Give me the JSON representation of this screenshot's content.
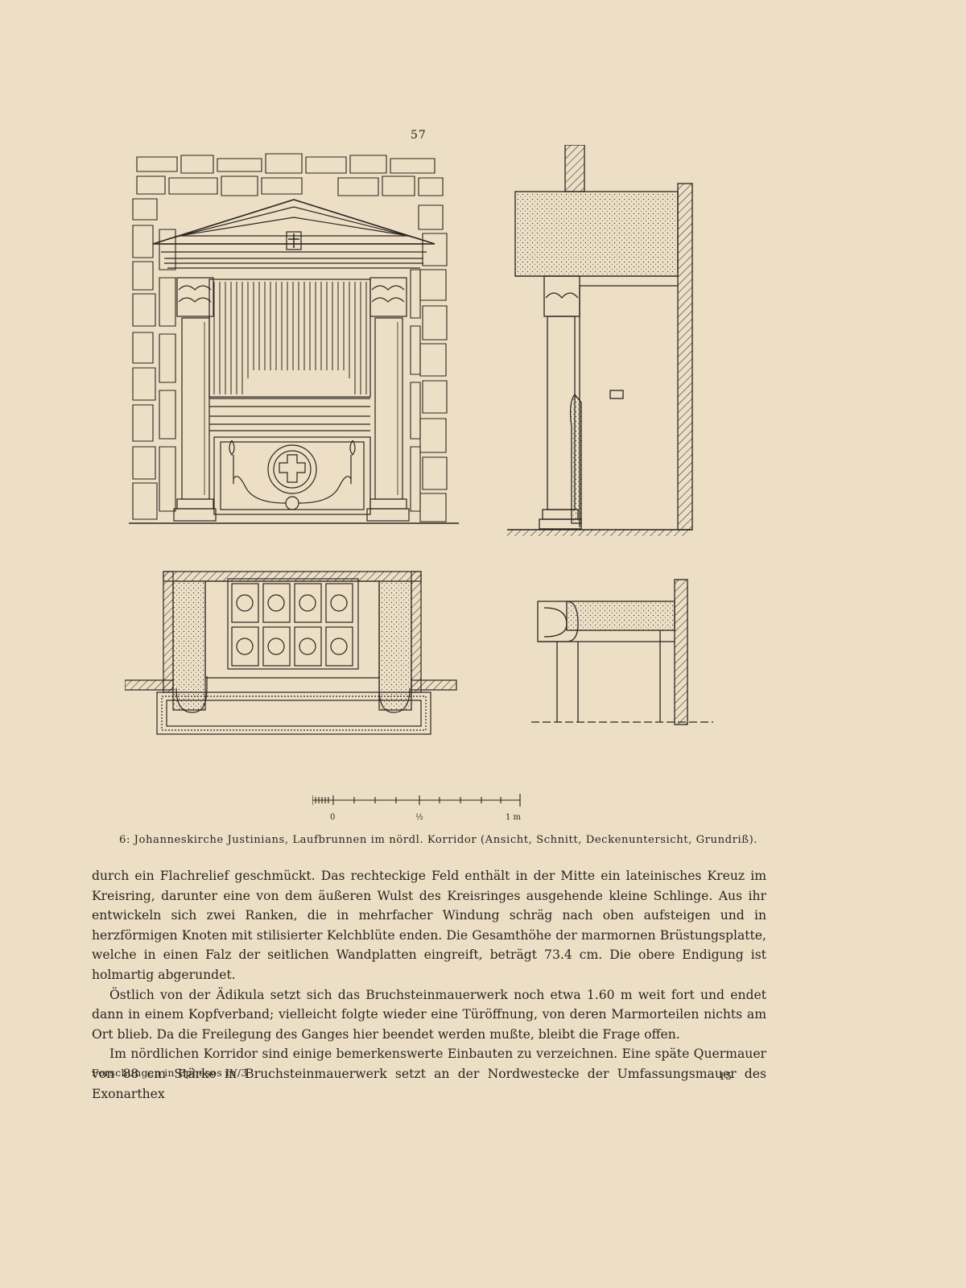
{
  "page_number": "57",
  "figure": {
    "scale_labels": [
      "0",
      "½",
      "1 m"
    ],
    "caption": "6: Johanneskirche Justinians, Laufbrunnen im nördl. Korridor (Ansicht, Schnitt, Deckenuntersicht, Grundriß)."
  },
  "body": {
    "paragraphs": [
      "durch ein Flachrelief geschmückt. Das rechteckige Feld enthält in der Mitte ein lateinisches Kreuz im Kreisring, darunter eine von dem äußeren Wulst des Kreisringes ausgehende kleine Schlinge. Aus ihr entwickeln sich zwei Ranken, die in mehrfacher Windung schräg nach oben aufsteigen und in herzförmigen Knoten mit stilisierter Kelchblüte enden. Die Gesamthöhe der marmornen Brüstungsplatte, welche in einen Falz der seitlichen Wandplatten eingreift, beträgt 73.4 cm. Die obere Endigung ist holmartig abgerundet.",
      "Östlich von der Ädikula setzt sich das Bruchsteinmauerwerk noch etwa 1.60 m weit fort und endet dann in einem Kopfverband; vielleicht folgte wieder eine Türöffnung, von deren Marmorteilen nichts am Ort blieb. Da die Freilegung des Ganges hier beendet werden mußte, bleibt die Frage offen.",
      "Im nördlichen Korridor sind einige bemerkenswerte Einbauten zu verzeichnen. Eine späte Quermauer von 88 cm Stärke in Bruchsteinmauerwerk setzt an der Nordwestecke der Umfassungsmauer des Exonarthex"
    ]
  },
  "footer": {
    "left": "Forschungen in Ephesos IV/3",
    "right": "15"
  }
}
